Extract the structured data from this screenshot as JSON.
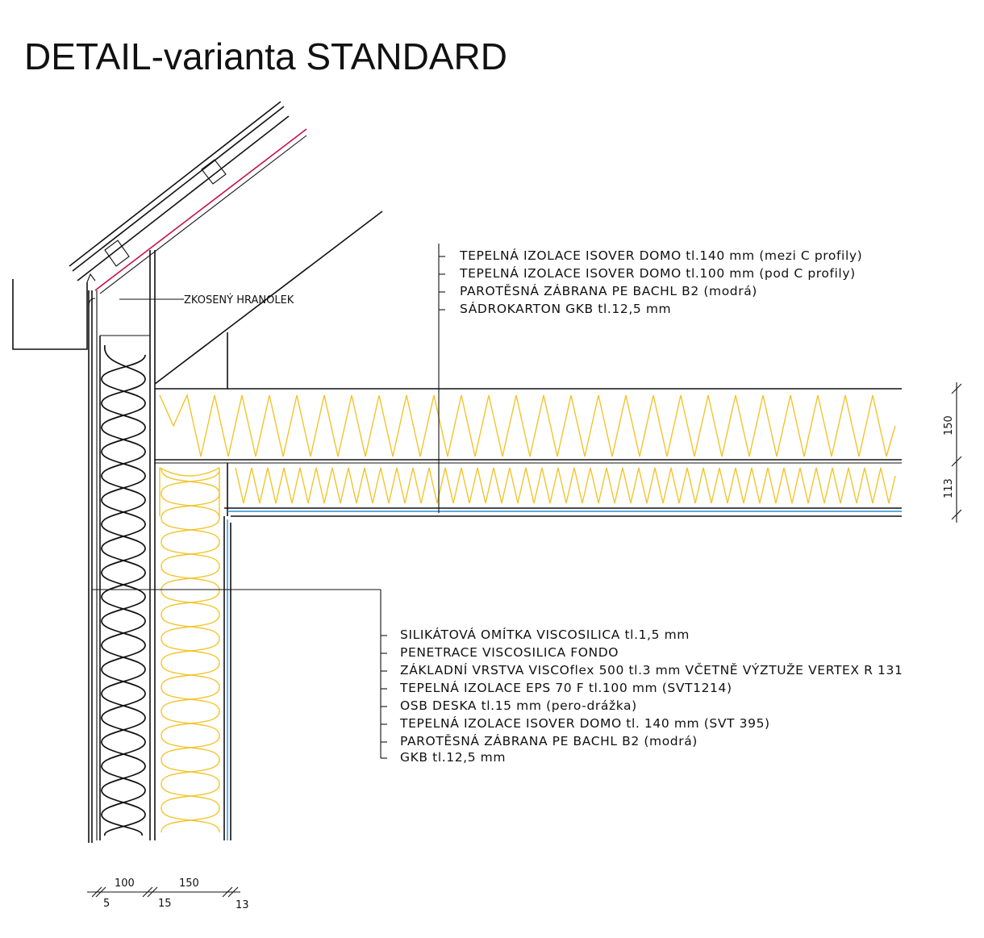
{
  "title": "DETAIL-varianta STANDARD",
  "ridge_label": "ZKOSENÝ HRANOLEK",
  "ceiling_layers": [
    "TEPELNÁ IZOLACE ISOVER DOMO tl.140 mm (mezi C profily)",
    "TEPELNÁ IZOLACE ISOVER DOMO tl.100 mm (pod C profily)",
    "PAROTĚSNÁ ZÁBRANA PE BACHL B2 (modrá)",
    "SÁDROKARTON GKB tl.12,5 mm"
  ],
  "wall_layers": [
    "SILIKÁTOVÁ OMÍTKA VISCOSILICA tl.1,5 mm",
    "PENETRACE VISCOSILICA FONDO",
    "ZÁKLADNÍ VRSTVA VISCOflex 500 tl.3 mm VČETNĚ VÝZTUŽE VERTEX R 131",
    "TEPELNÁ IZOLACE EPS 70 F tl.100 mm (SVT1214)",
    "OSB DESKA tl.15 mm (pero-drážka)",
    "TEPELNÁ IZOLACE ISOVER DOMO tl. 140 mm (SVT 395)",
    "PAROTĚSNÁ ZÁBRANA PE BACHL B2 (modrá)",
    "GKB tl.12,5 mm"
  ],
  "dims_right": {
    "upper": "150",
    "lower": "113"
  },
  "dims_bottom": {
    "top": [
      "100",
      "150"
    ],
    "bottom": [
      "5",
      "15",
      "13"
    ]
  },
  "colors": {
    "insulation": "#f2c42c",
    "vapour_barrier": "#2a8fd6",
    "roof_membrane": "#c8104a",
    "lines": "#111111"
  }
}
